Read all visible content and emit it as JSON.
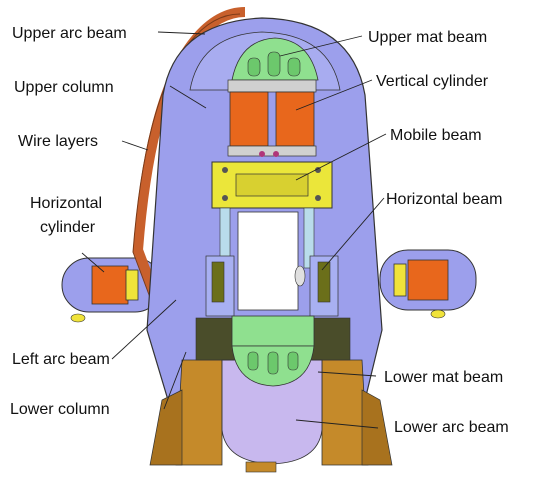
{
  "labels": {
    "upper_arc_beam": "Upper arc beam",
    "upper_mat_beam": "Upper mat beam",
    "upper_column": "Upper column",
    "vertical_cylinder": "Vertical cylinder",
    "wire_layers": "Wire layers",
    "mobile_beam": "Mobile beam",
    "horizontal_cylinder_line1": "Horizontal",
    "horizontal_cylinder_line2": "cylinder",
    "horizontal_beam": "Horizontal beam",
    "left_arc_beam": "Left arc beam",
    "lower_mat_beam": "Lower mat beam",
    "lower_column": "Lower column",
    "lower_arc_beam": "Lower arc beam"
  },
  "colors": {
    "frame": "#9c9fec",
    "frame_dark": "#7f83d8",
    "wire": "#c8602c",
    "mat_beam": "#8fe08f",
    "cylinder": "#e8671c",
    "mobile_beam": "#ebe63a",
    "column": "#c58a2a",
    "rod": "#b9dceb",
    "horizontal_beam": "#a8b0f2",
    "lower_arc": "#c8b8ee"
  }
}
